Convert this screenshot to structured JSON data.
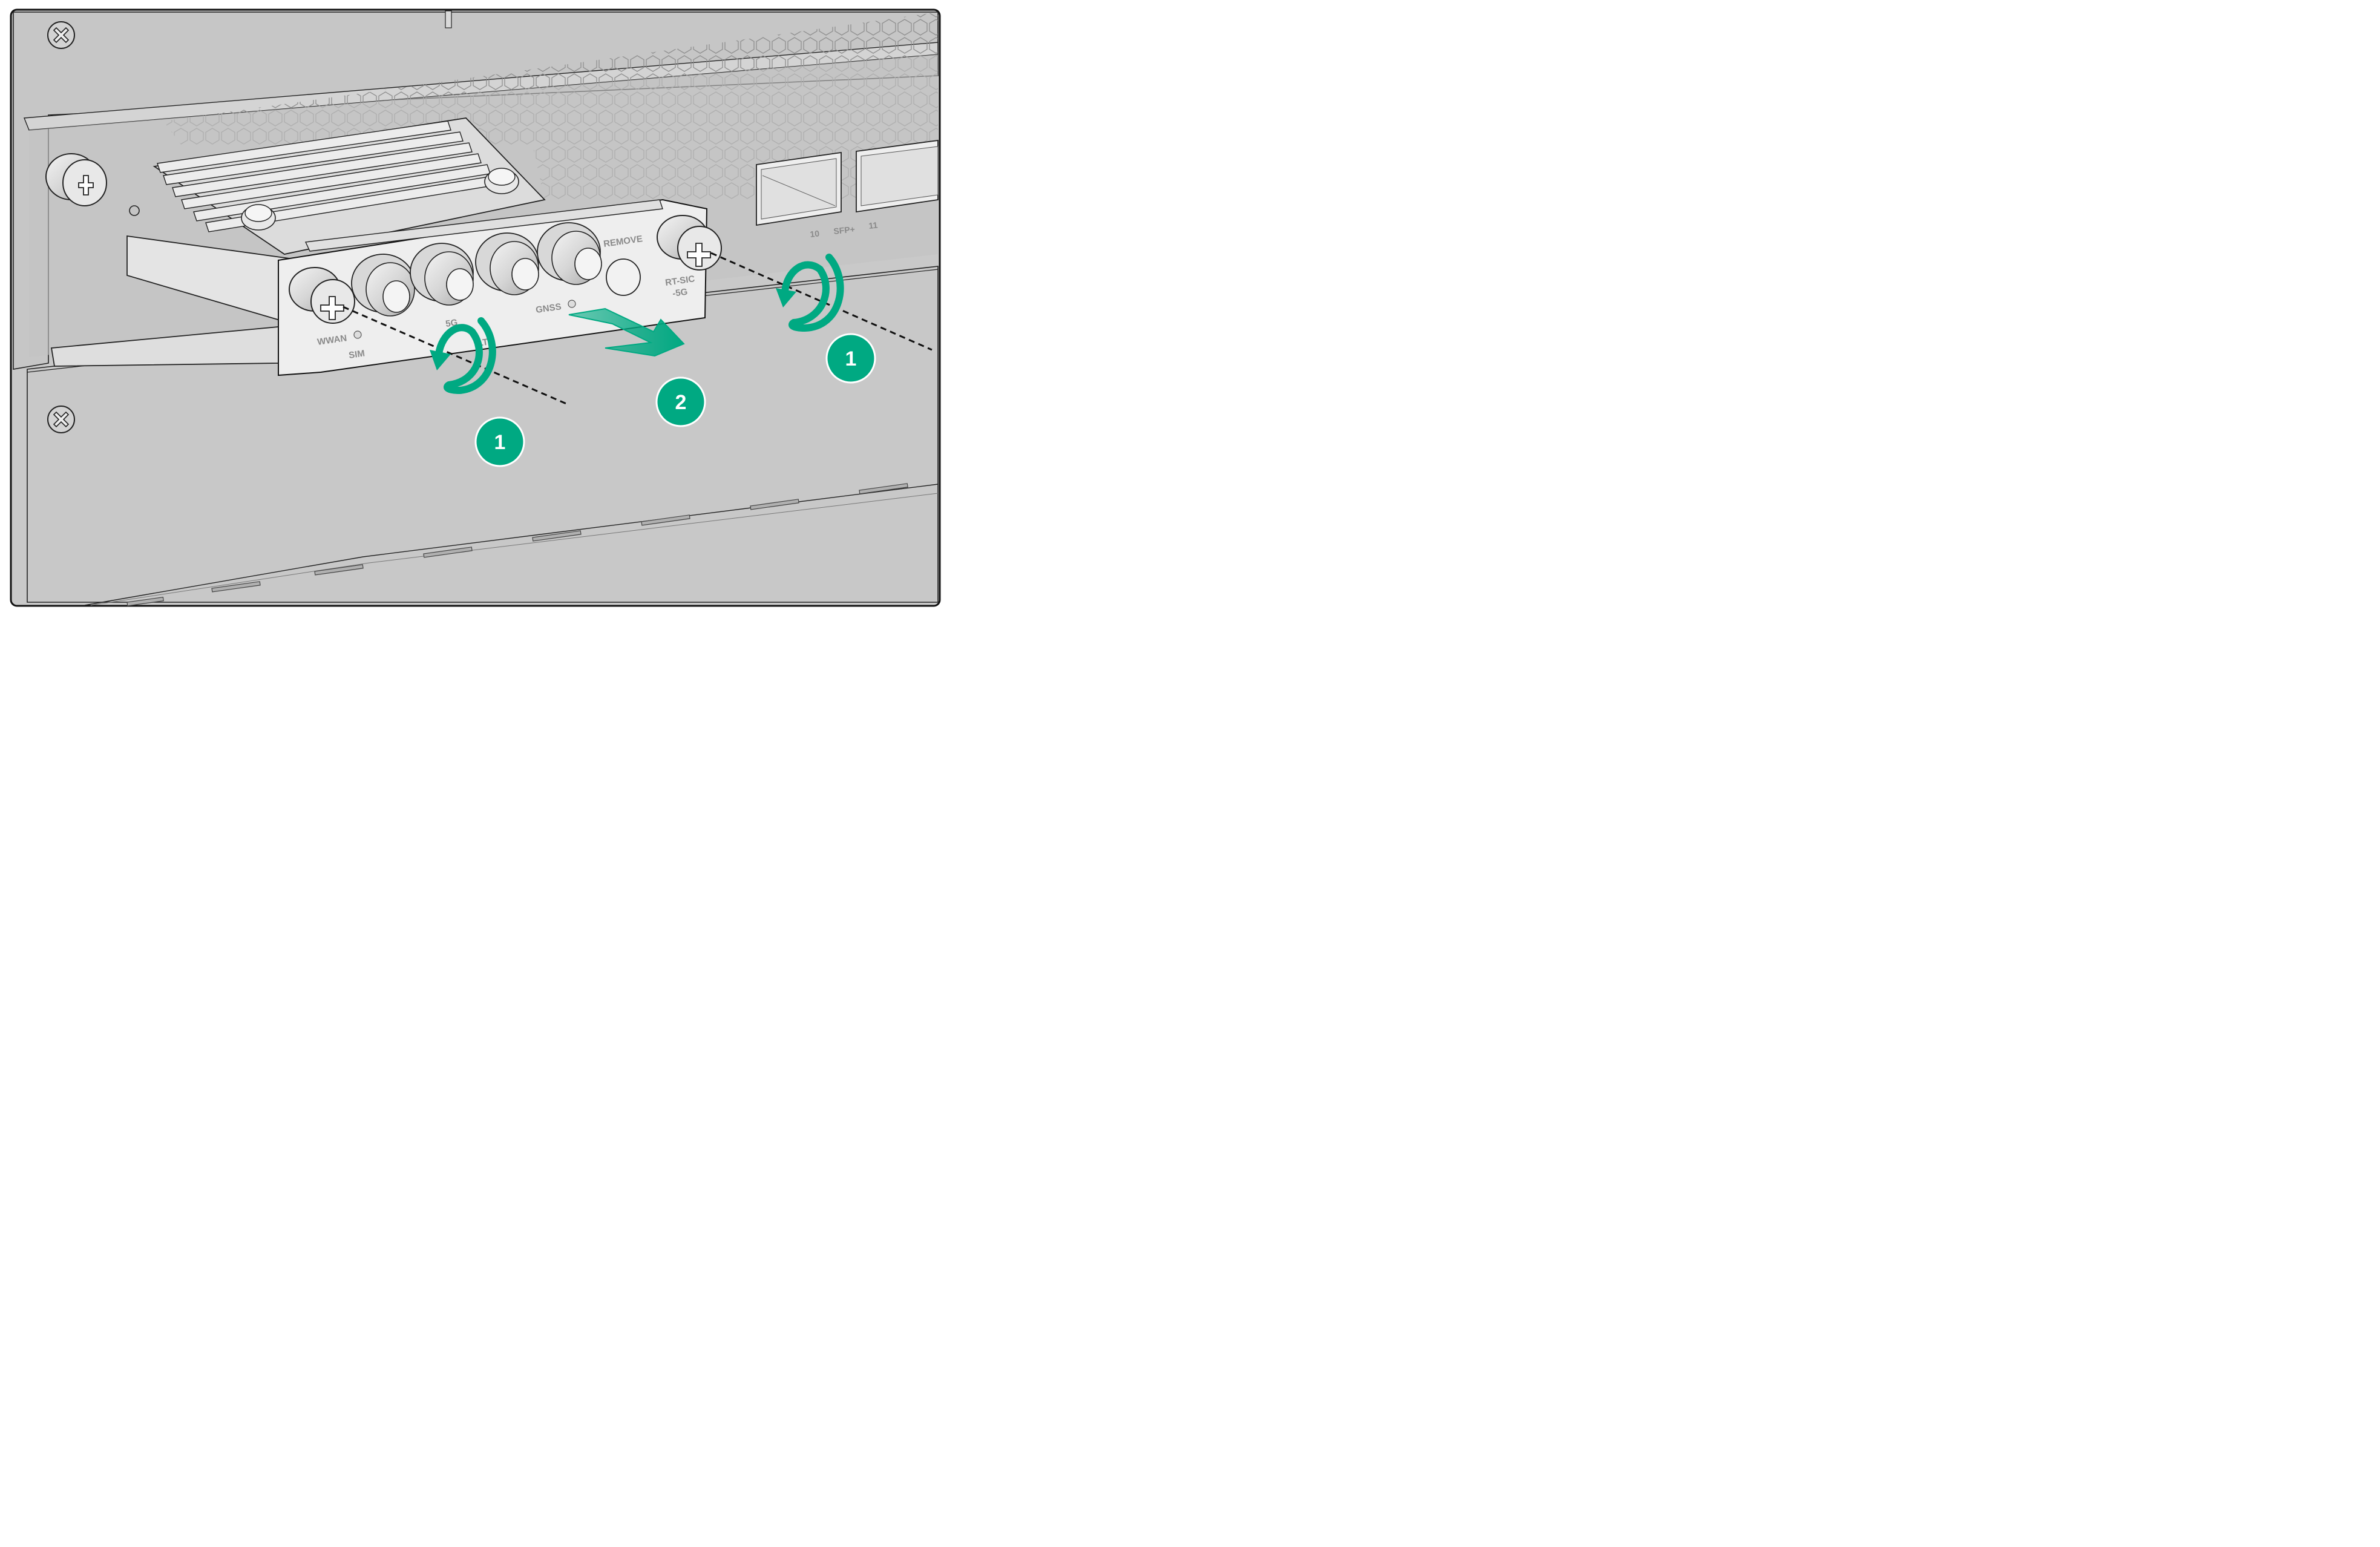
{
  "panel_labels": {
    "wwan": "WWAN",
    "sim": "SIM",
    "gnss": "GNSS",
    "remove": "REMOVE",
    "model_line1": "RT-SIC",
    "model_line2": "-5G",
    "ant_5g": "5G",
    "ant_lte": "LTE",
    "port_10": "10",
    "port_sfp": "SFP+",
    "port_11": "11"
  },
  "steps": {
    "step1": "1",
    "step2": "2"
  },
  "colors": {
    "accent": "#00a982",
    "chassis": "#c8c8c8",
    "outline": "#1a1a1a"
  }
}
